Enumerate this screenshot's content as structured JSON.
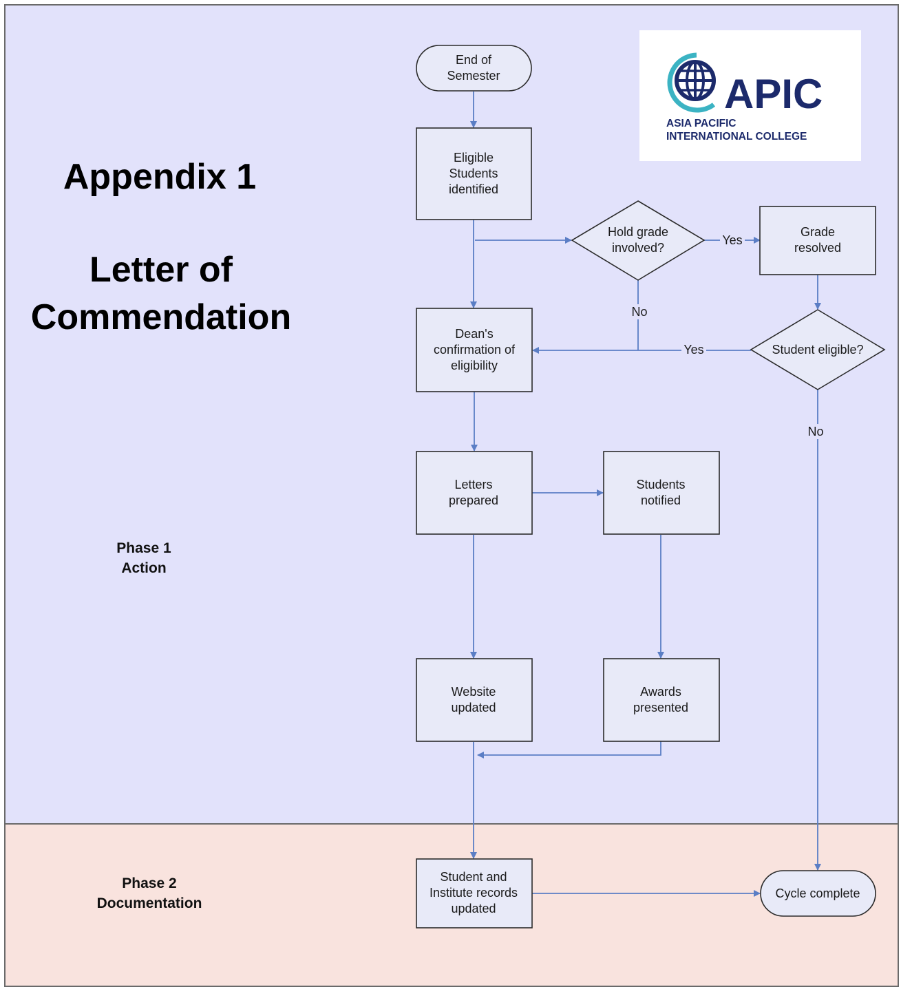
{
  "title": {
    "line1": "Appendix 1",
    "line2": "Letter of",
    "line3": "Commendation"
  },
  "lanes": [
    {
      "id": "phase1",
      "line1": "Phase 1",
      "line2": "Action"
    },
    {
      "id": "phase2",
      "line1": "Phase 2",
      "line2": "Documentation"
    }
  ],
  "logo": {
    "wordmark": "APIC",
    "line1": "ASIA PACIFIC",
    "line2": "INTERNATIONAL COLLEGE",
    "colors": {
      "navy": "#1c2a6b",
      "teal": "#3bb3c3"
    }
  },
  "nodes": {
    "end_semester": [
      "End of",
      "Semester"
    ],
    "eligible": [
      "Eligible",
      "Students",
      "identified"
    ],
    "hold_grade": [
      "Hold grade",
      "involved?"
    ],
    "grade_resolved": [
      "Grade",
      "resolved"
    ],
    "deans": [
      "Dean's",
      "confirmation of",
      "eligibility"
    ],
    "student_eligible": [
      "Student eligible?"
    ],
    "letters": [
      "Letters",
      "prepared"
    ],
    "notified": [
      "Students",
      "notified"
    ],
    "website": [
      "Website",
      "updated"
    ],
    "awards": [
      "Awards",
      "presented"
    ],
    "records": [
      "Student and",
      "Institute records",
      "updated"
    ],
    "cycle": [
      "Cycle complete"
    ]
  },
  "edge_labels": {
    "hold_yes": "Yes",
    "hold_no": "No",
    "eligible_yes": "Yes",
    "eligible_no": "No"
  },
  "colors": {
    "phase1_bg": "#e2e2fb",
    "phase2_bg": "#f9e3de",
    "node_fill": "#e8eaf8",
    "arrow": "#5b7ec5"
  }
}
